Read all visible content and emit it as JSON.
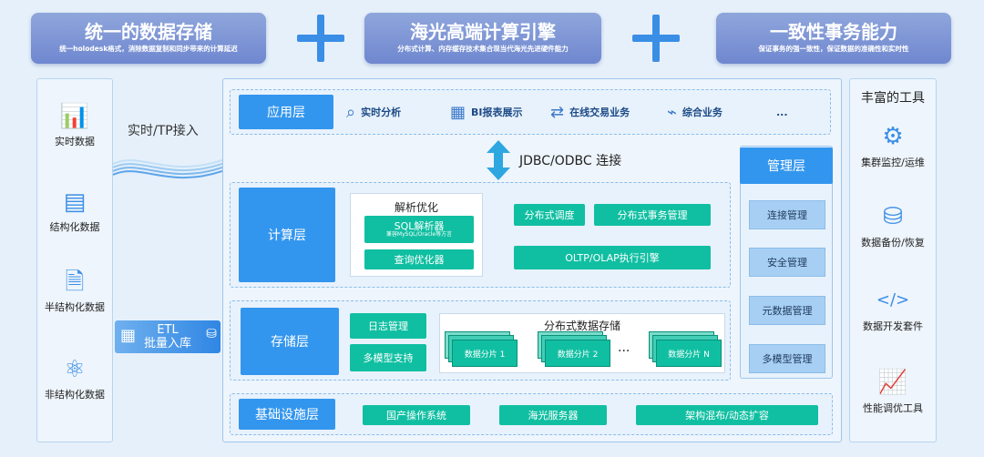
{
  "banners": [
    {
      "title": "统一的数据存储",
      "subtitle": "统一holodesk格式，消除数据复制和同步带来的计算延迟"
    },
    {
      "title": "海光高端计算引擎",
      "subtitle": "分布式计算、内存缓存技术集合现当代海光先进硬件能力"
    },
    {
      "title": "一致性事务能力",
      "subtitle": "保证事务的强一致性，保证数据的准确性和实时性"
    }
  ],
  "left_sources": [
    {
      "label": "实时数据",
      "icon": "realtime-data-icon",
      "glyph": "📊"
    },
    {
      "label": "结构化数据",
      "icon": "structured-data-icon",
      "glyph": "▤"
    },
    {
      "label": "半结构化数据",
      "icon": "semi-structured-data-icon",
      "glyph": "🗎"
    },
    {
      "label": "非结构化数据",
      "icon": "unstructured-data-icon",
      "glyph": "⚛"
    }
  ],
  "ingest": {
    "realtime": "实时/TP接入",
    "etl_line1": "ETL",
    "etl_line2": "批量入库"
  },
  "app_layer": {
    "label": "应用层",
    "apps": [
      {
        "label": "实时分析",
        "icon": "realtime-analysis-icon",
        "glyph": "⌕"
      },
      {
        "label": "BI报表展示",
        "icon": "bi-report-icon",
        "glyph": "▦"
      },
      {
        "label": "在线交易业务",
        "icon": "online-transaction-icon",
        "glyph": "⇄"
      },
      {
        "label": "综合业务",
        "icon": "integrated-business-icon",
        "glyph": "⌁"
      }
    ],
    "more": "..."
  },
  "connector": "JDBC/ODBC 连接",
  "compute_layer": {
    "label": "计算层",
    "parse_title": "解析优化",
    "sql_parser": "SQL解析器",
    "sql_parser_sub": "兼容MySQL/Oracle等方言",
    "query_optimizer": "查询优化器",
    "dist_sched": "分布式调度",
    "dist_tx": "分布式事务管理",
    "engine": "OLTP/OLAP执行引擎"
  },
  "storage_layer": {
    "label": "存储层",
    "log_mgmt": "日志管理",
    "multi_model": "多模型支持",
    "dist_storage_title": "分布式数据存储",
    "shards": [
      "数据分片 1",
      "数据分片 2",
      "数据分片 N"
    ],
    "ellipsis": "..."
  },
  "infra_layer": {
    "label": "基础设施层",
    "items": [
      "国产操作系统",
      "海光服务器",
      "架构混布/动态扩容"
    ]
  },
  "mgmt_layer": {
    "label": "管理层",
    "items": [
      "连接管理",
      "安全管理",
      "元数据管理",
      "多模型管理"
    ]
  },
  "tools": {
    "title": "丰富的工具",
    "items": [
      {
        "label": "集群监控/运维",
        "icon": "cluster-monitor-icon",
        "glyph": "⚙"
      },
      {
        "label": "数据备份/恢复",
        "icon": "database-backup-icon",
        "glyph": "⛁"
      },
      {
        "label": "数据开发套件",
        "icon": "dev-kit-icon",
        "glyph": "</>"
      },
      {
        "label": "性能调优工具",
        "icon": "performance-tuning-icon",
        "glyph": "📈"
      }
    ]
  },
  "colors": {
    "primary_blue": "#3396ee",
    "teal": "#10bfa2",
    "banner": "#7a90d3",
    "mgmt_item": "#a7cff4"
  }
}
